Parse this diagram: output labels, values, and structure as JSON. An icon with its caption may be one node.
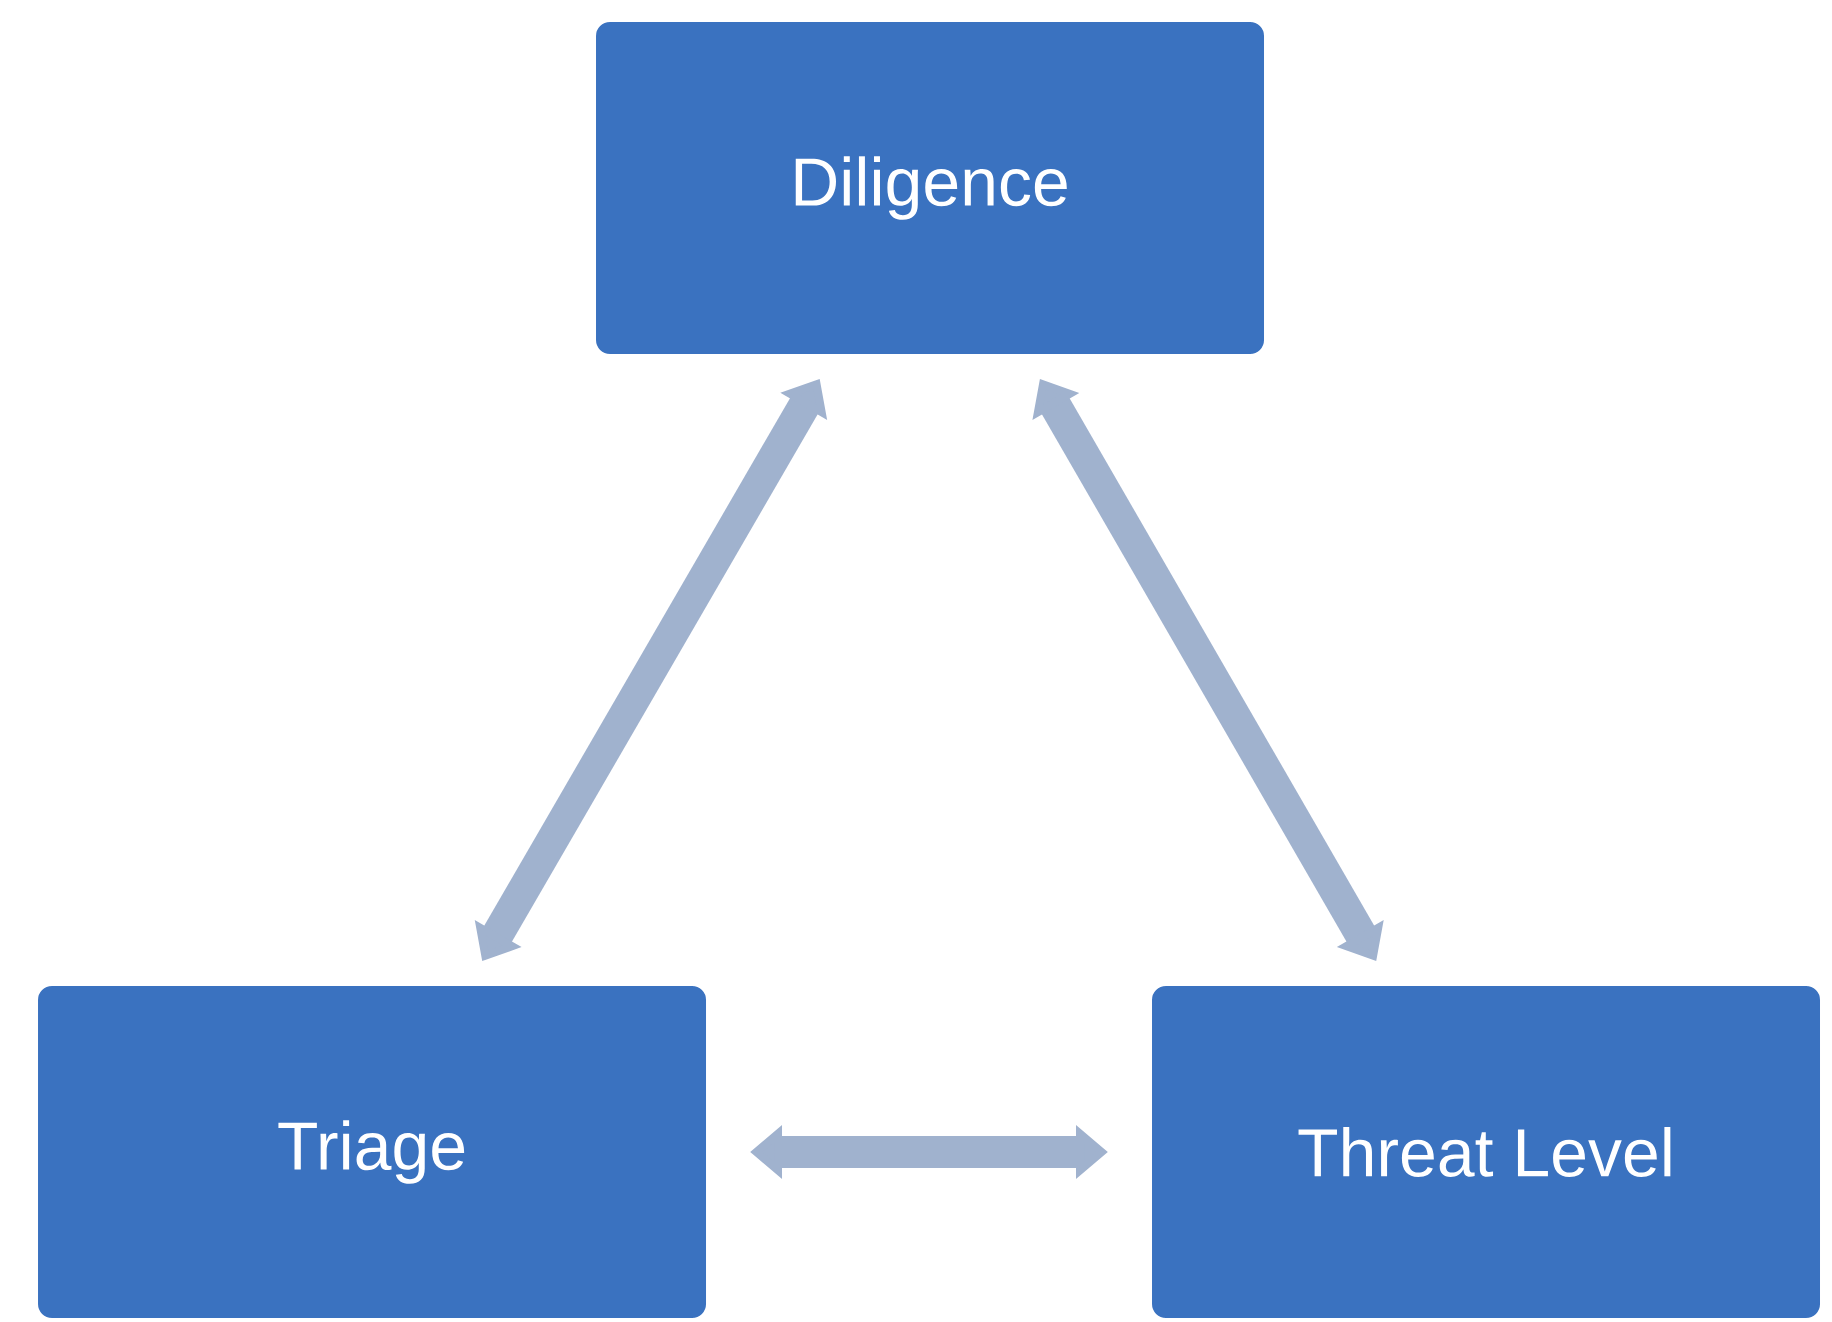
{
  "diagram": {
    "nodes": [
      {
        "text": [
          "Diligence"
        ]
      },
      {
        "text": [
          "Triage"
        ]
      },
      {
        "text": [
          "Threat Level"
        ]
      }
    ],
    "edges": [
      {
        "from": 0,
        "to": 1,
        "arrow": "both"
      },
      {
        "from": 0,
        "to": 2,
        "arrow": "both"
      },
      {
        "from": 1,
        "to": 2,
        "arrow": "both"
      }
    ]
  }
}
